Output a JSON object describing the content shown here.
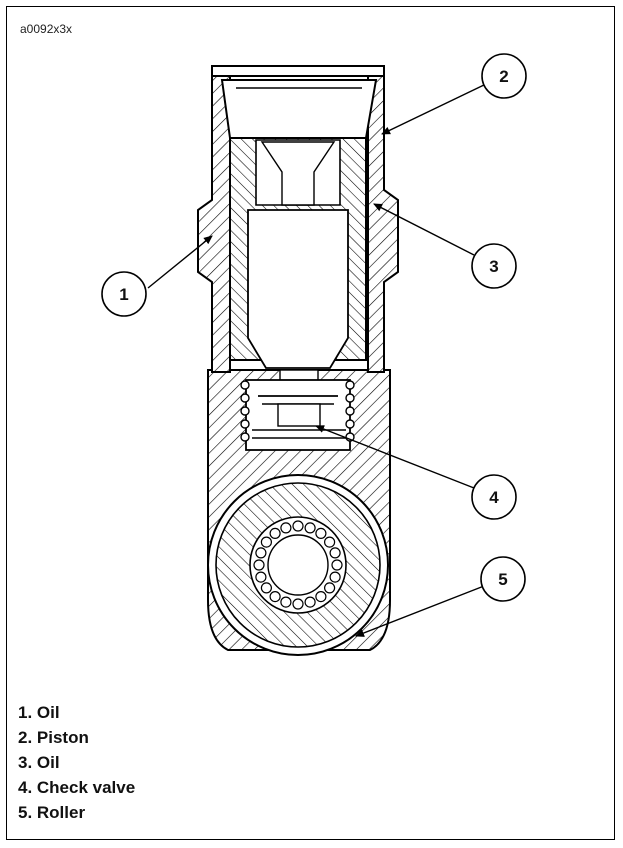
{
  "figure_id": "a0092x3x",
  "callouts": [
    {
      "number": "1",
      "label": "Oil"
    },
    {
      "number": "2",
      "label": "Piston"
    },
    {
      "number": "3",
      "label": "Oil"
    },
    {
      "number": "4",
      "label": "Check valve"
    },
    {
      "number": "5",
      "label": "Roller"
    }
  ],
  "legend": [
    "1. Oil",
    "2. Piston",
    "3. Oil",
    "4. Check valve",
    "5. Roller"
  ]
}
